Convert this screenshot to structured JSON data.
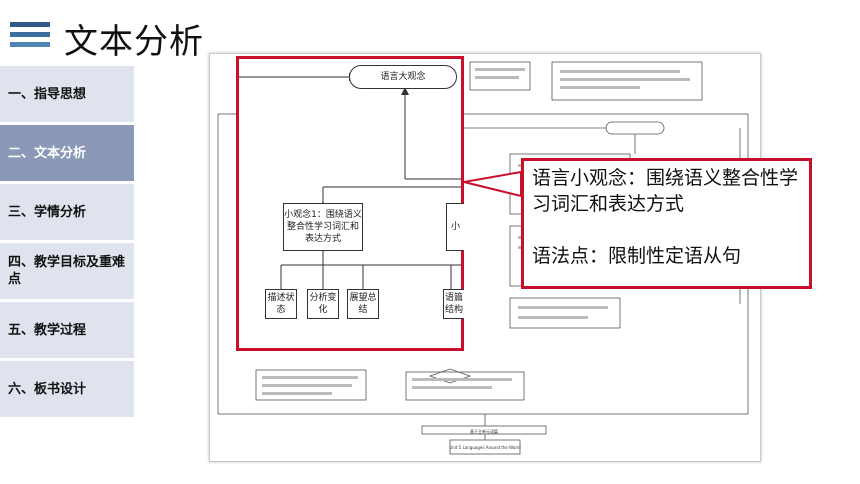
{
  "header": {
    "title": "文本分析",
    "menu_icon": "hamburger-icon"
  },
  "sidebar": {
    "items": [
      {
        "label": "一、指导思想",
        "active": false
      },
      {
        "label": "二、文本分析",
        "active": true
      },
      {
        "label": "三、学情分析",
        "active": false
      },
      {
        "label": "四、教学目标及重难点",
        "active": false
      },
      {
        "label": "五、教学过程",
        "active": false
      },
      {
        "label": "六、板书设计",
        "active": false
      }
    ]
  },
  "zoom": {
    "big_concept": "语言大观念",
    "small_concept_1": "小观念1：围绕语义整合性学习词汇和表达方式",
    "leaves": [
      "描述状态",
      "分析变化",
      "展望总结"
    ],
    "partial_box": "小",
    "partial_box2": "语篇结构"
  },
  "callout": {
    "line1": "语言小观念：围绕语义整合性学习词汇和表达方式",
    "line2": "语法点：限制性定语从句"
  },
  "doc": {
    "bottom_box1": "基于主单元语篇",
    "bottom_box2": "Unit 5 Languages Around the World"
  },
  "colors": {
    "accent_red": "#c8102e",
    "sidebar_active": "#8c98b8",
    "sidebar_bg": "#dfe3ee",
    "logo_blue": "#2f5b86"
  }
}
